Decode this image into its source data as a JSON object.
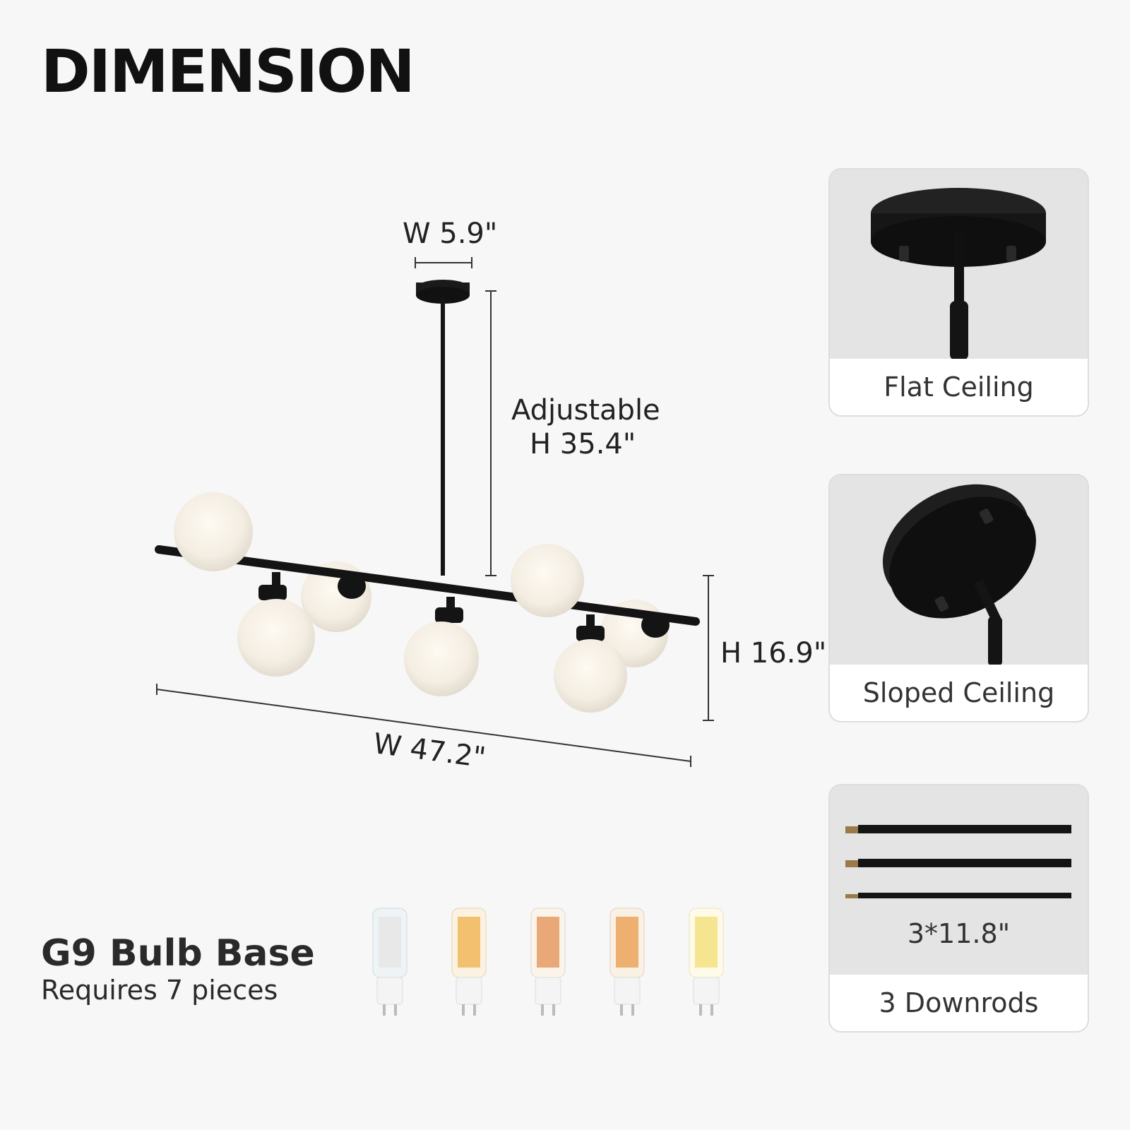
{
  "title": "DIMENSION",
  "dimensions": {
    "canopy_width": "W 5.9\"",
    "adjustable_label": "Adjustable",
    "adjustable_height": "H 35.4\"",
    "fixture_height": "H 16.9\"",
    "fixture_width": "W 47.2\""
  },
  "panels": [
    {
      "caption": "Flat Ceiling"
    },
    {
      "caption": "Sloped Ceiling"
    },
    {
      "caption": "3 Downrods",
      "note": "3*11.8\""
    }
  ],
  "bulb": {
    "title": "G9 Bulb Base",
    "subtitle": "Requires 7 pieces"
  },
  "colors": {
    "fixture": "#141414",
    "globe": "#f4efe6",
    "background": "#f7f7f7"
  }
}
